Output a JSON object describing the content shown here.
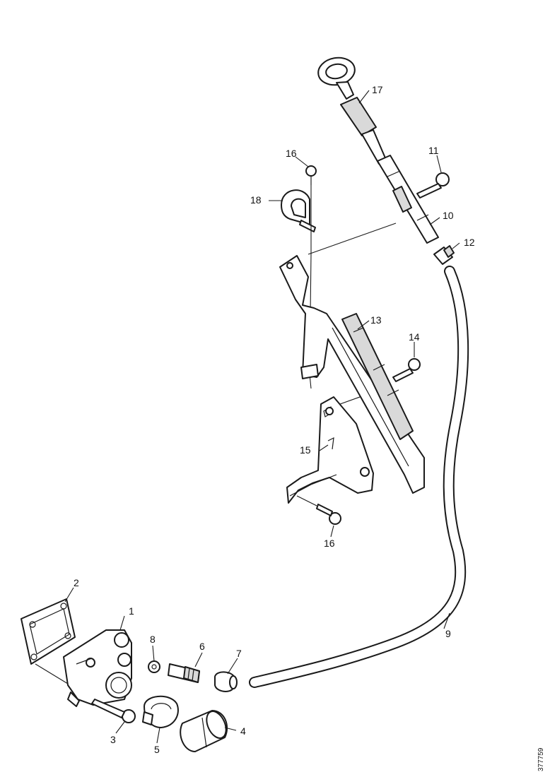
{
  "diagram": {
    "callouts": {
      "c1": "1",
      "c2": "2",
      "c3": "3",
      "c4": "4",
      "c5": "5",
      "c6": "6",
      "c7": "7",
      "c8": "8",
      "c9": "9",
      "c10": "10",
      "c11": "11",
      "c12": "12",
      "c13": "13",
      "c14": "14",
      "c15": "15",
      "c16a": "16",
      "c16b": "16",
      "c17": "17",
      "c18": "18"
    },
    "document_id": "377759"
  }
}
